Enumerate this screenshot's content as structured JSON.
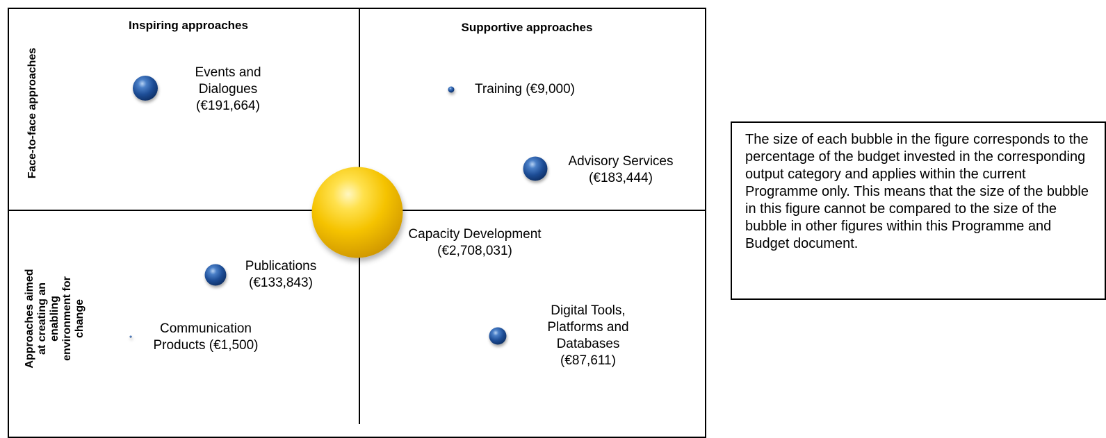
{
  "column_headers": [
    "Inspiring approaches",
    "Supportive approaches"
  ],
  "row_headers": {
    "top": [
      "Face-to-face approaches"
    ],
    "bottom": [
      "Approaches aimed",
      "at creating an",
      "enabling",
      "environment for",
      "change"
    ]
  },
  "bubbles": [
    {
      "id": "events-dialogues",
      "lines": [
        "Events and",
        "Dialogues",
        "(€191,664)"
      ],
      "color": "#1d4d96"
    },
    {
      "id": "training",
      "lines": [
        "Training (€9,000)"
      ],
      "color": "#1d4d96"
    },
    {
      "id": "advisory-services",
      "lines": [
        "Advisory Services",
        "(€183,444)"
      ],
      "color": "#1d4d96"
    },
    {
      "id": "capacity-development",
      "lines": [
        "Capacity Development",
        "(€2,708,031)"
      ],
      "color": "#f5c300"
    },
    {
      "id": "publications",
      "lines": [
        "Publications",
        "(€133,843)"
      ],
      "color": "#1d4d96"
    },
    {
      "id": "communication-products",
      "lines": [
        "Communication",
        "Products (€1,500)"
      ],
      "color": "#1d4d96"
    },
    {
      "id": "digital-tools",
      "lines": [
        "Digital Tools,",
        "Platforms and",
        "Databases",
        "(€87,611)"
      ],
      "color": "#1d4d96"
    }
  ],
  "note": "The size of each bubble in the figure corresponds to the percentage of the budget invested in the corresponding output category and applies within the current Programme only. This means that the size of the bubble in this figure cannot be compared to the size of the bubble in other figures within this Programme and Budget document."
}
